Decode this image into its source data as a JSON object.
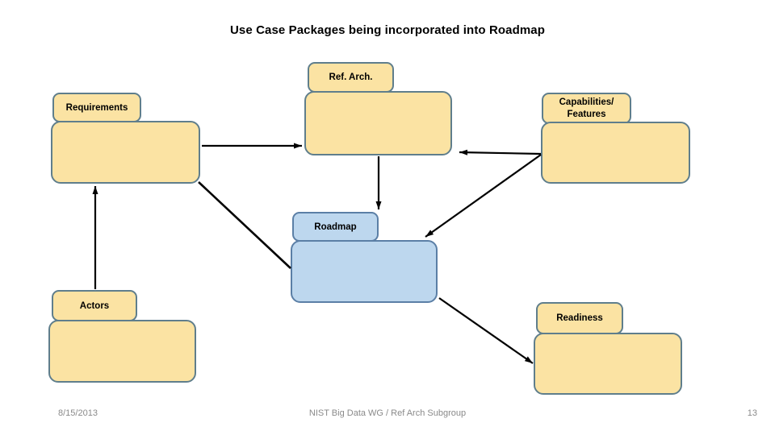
{
  "slide": {
    "title": "Use Case Packages being incorporated into Roadmap",
    "packages": [
      {
        "id": "requirements",
        "label": "Requirements",
        "style": "yellow"
      },
      {
        "id": "ref-arch",
        "label": "Ref. Arch.",
        "style": "yellow"
      },
      {
        "id": "capabilities-features",
        "label": "Capabilities/\nFeatures",
        "style": "yellow"
      },
      {
        "id": "roadmap",
        "label": "Roadmap",
        "style": "blue"
      },
      {
        "id": "actors",
        "label": "Actors",
        "style": "yellow"
      },
      {
        "id": "readiness",
        "label": "Readiness",
        "style": "yellow"
      }
    ],
    "connectors": [
      {
        "from": "requirements",
        "to": "ref-arch",
        "arrow": true
      },
      {
        "from": "capabilities-features",
        "to": "ref-arch",
        "arrow": true
      },
      {
        "from": "ref-arch",
        "to": "roadmap",
        "arrow": true
      },
      {
        "from": "capabilities-features",
        "to": "roadmap",
        "arrow": true
      },
      {
        "from": "requirements",
        "to": "roadmap",
        "arrow": false
      },
      {
        "from": "actors",
        "to": "requirements",
        "arrow": true
      },
      {
        "from": "roadmap",
        "to": "readiness",
        "arrow": true
      }
    ],
    "footer": {
      "date": "8/15/2013",
      "center": "NIST Big Data WG / Ref Arch Subgroup",
      "page_number": "13"
    },
    "colors": {
      "package_fill": "#FBE3A3",
      "package_border": "#5F7E8C",
      "roadmap_fill": "#BDD7EE",
      "roadmap_border": "#5B7FA6",
      "connector": "#000000",
      "footer_text": "#8A8A8A",
      "title_text": "#000000"
    }
  }
}
